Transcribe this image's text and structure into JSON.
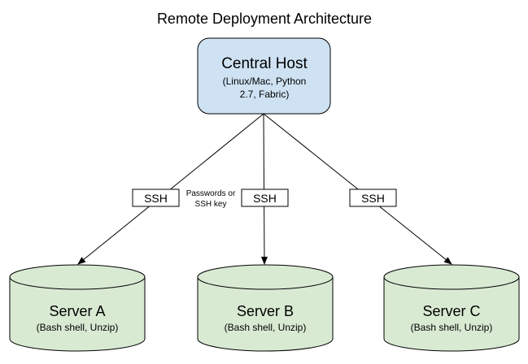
{
  "title": "Remote Deployment Architecture",
  "central_host": {
    "label": "Central Host",
    "detail_line1": "(Linux/Mac, Python",
    "detail_line2": "2.7, Fabric)"
  },
  "connections": [
    {
      "label": "SSH"
    },
    {
      "label": "SSH"
    },
    {
      "label": "SSH"
    }
  ],
  "auth_note": {
    "line1": "Passwords or",
    "line2": "SSH key"
  },
  "servers": [
    {
      "label": "Server A",
      "detail": "(Bash shell, Unzip)"
    },
    {
      "label": "Server B",
      "detail": "(Bash shell, Unzip)"
    },
    {
      "label": "Server C",
      "detail": "(Bash shell, Unzip)"
    }
  ],
  "colors": {
    "host_fill": "#cfe2f3",
    "server_fill": "#d9ead3",
    "stroke": "#000000",
    "background": "#ffffff"
  }
}
